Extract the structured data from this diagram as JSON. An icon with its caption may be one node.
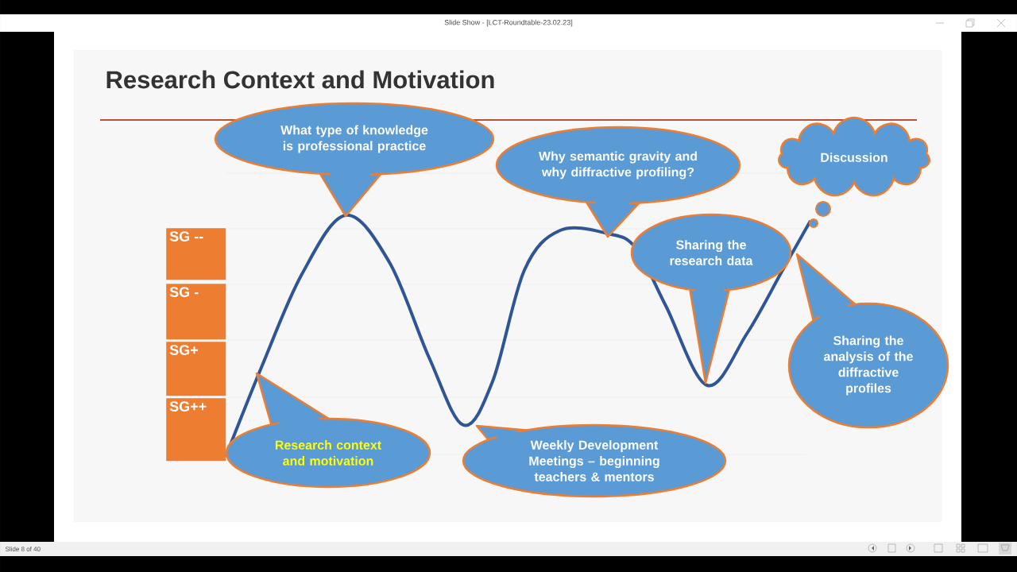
{
  "diagram": {
    "title": "Research Context and Motivation",
    "nodes": [
      {
        "text": [
          "SG --"
        ]
      },
      {
        "text": [
          "SG -"
        ]
      },
      {
        "text": [
          "SG+"
        ]
      },
      {
        "text": [
          "SG++"
        ]
      },
      {
        "text": [
          "Research context and motivation"
        ]
      },
      {
        "text": [
          "What type of knowledge is professional practice"
        ]
      },
      {
        "text": [
          "Weekly Development Meetings – beginning teachers & mentors"
        ]
      },
      {
        "text": [
          "Why semantic gravity and why diffractive profiling?"
        ]
      },
      {
        "text": [
          "Sharing the research data"
        ]
      },
      {
        "text": [
          "Sharing the analysis of the diffractive profiles"
        ]
      },
      {
        "text": [
          "Discussion"
        ]
      }
    ],
    "labels": [
      "Slide Show - [LCT-Roundtable-23.02.23]",
      "Slide 8 of 40"
    ]
  }
}
